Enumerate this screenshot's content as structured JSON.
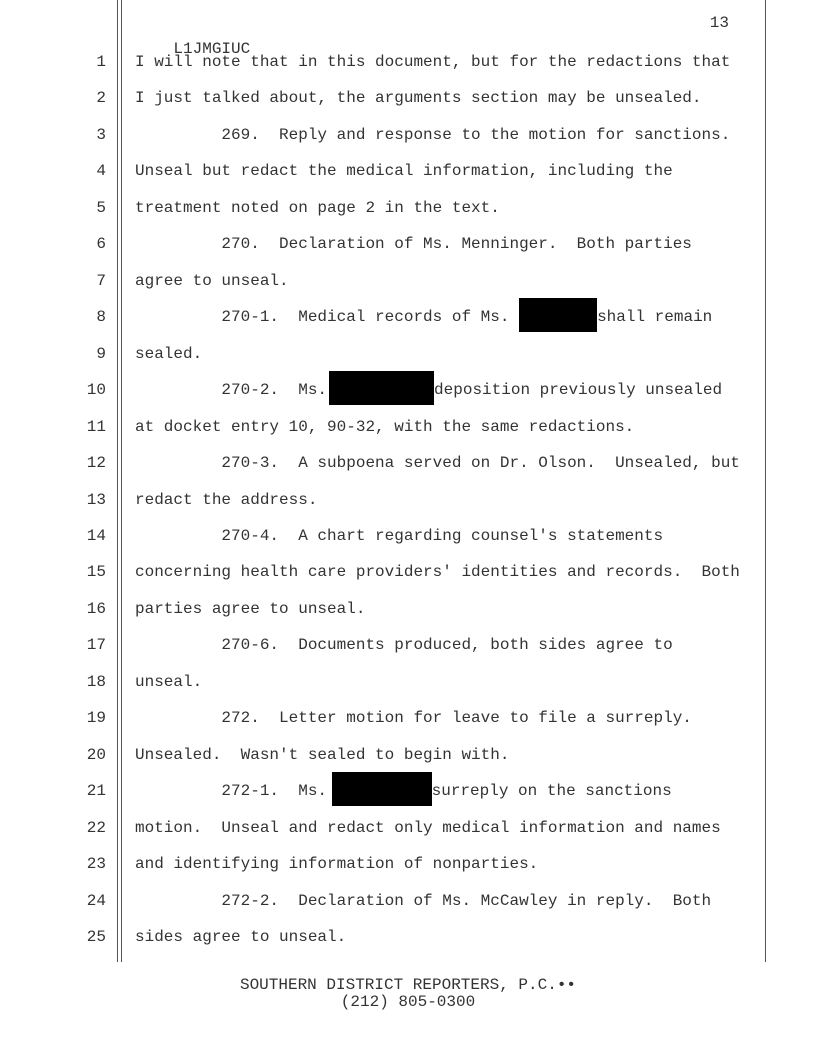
{
  "header": {
    "case_code": "L1JMGIUC",
    "page_number": "13"
  },
  "lines": [
    {
      "n": "1",
      "text": "I will note that in this document, but for the redactions that"
    },
    {
      "n": "2",
      "text": "I just talked about, the arguments section may be unsealed."
    },
    {
      "n": "3",
      "text": "         269.  Reply and response to the motion for sanctions."
    },
    {
      "n": "4",
      "text": "Unseal but redact the medical information, including the"
    },
    {
      "n": "5",
      "text": "treatment noted on page 2 in the text."
    },
    {
      "n": "6",
      "text": "         270.  Declaration of Ms. Menninger.  Both parties"
    },
    {
      "n": "7",
      "text": "agree to unseal."
    },
    {
      "n": "8",
      "before": "         270-1.  Medical records of Ms. ",
      "after": "shall remain",
      "redacted": true
    },
    {
      "n": "9",
      "text": "sealed."
    },
    {
      "n": "10",
      "before": "         270-2.  Ms.",
      "after": "deposition previously unsealed",
      "redacted": true
    },
    {
      "n": "11",
      "text": "at docket entry 10, 90-32, with the same redactions."
    },
    {
      "n": "12",
      "text": "         270-3.  A subpoena served on Dr. Olson.  Unsealed, but"
    },
    {
      "n": "13",
      "text": "redact the address."
    },
    {
      "n": "14",
      "text": "         270-4.  A chart regarding counsel's statements"
    },
    {
      "n": "15",
      "text": "concerning health care providers' identities and records.  Both"
    },
    {
      "n": "16",
      "text": "parties agree to unseal."
    },
    {
      "n": "17",
      "text": "         270-6.  Documents produced, both sides agree to"
    },
    {
      "n": "18",
      "text": "unseal."
    },
    {
      "n": "19",
      "text": "         272.  Letter motion for leave to file a surreply."
    },
    {
      "n": "20",
      "text": "Unsealed.  Wasn't sealed to begin with."
    },
    {
      "n": "21",
      "before": "         272-1.  Ms. ",
      "after": "surreply on the sanctions",
      "redacted": true
    },
    {
      "n": "22",
      "text": "motion.  Unseal and redact only medical information and names"
    },
    {
      "n": "23",
      "text": "and identifying information of nonparties."
    },
    {
      "n": "24",
      "text": "         272-2.  Declaration of Ms. McCawley in reply.  Both"
    },
    {
      "n": "25",
      "text": "sides agree to unseal."
    }
  ],
  "footer": {
    "line1": "SOUTHERN DISTRICT REPORTERS, P.C.••",
    "line2": "(212) 805-0300"
  }
}
